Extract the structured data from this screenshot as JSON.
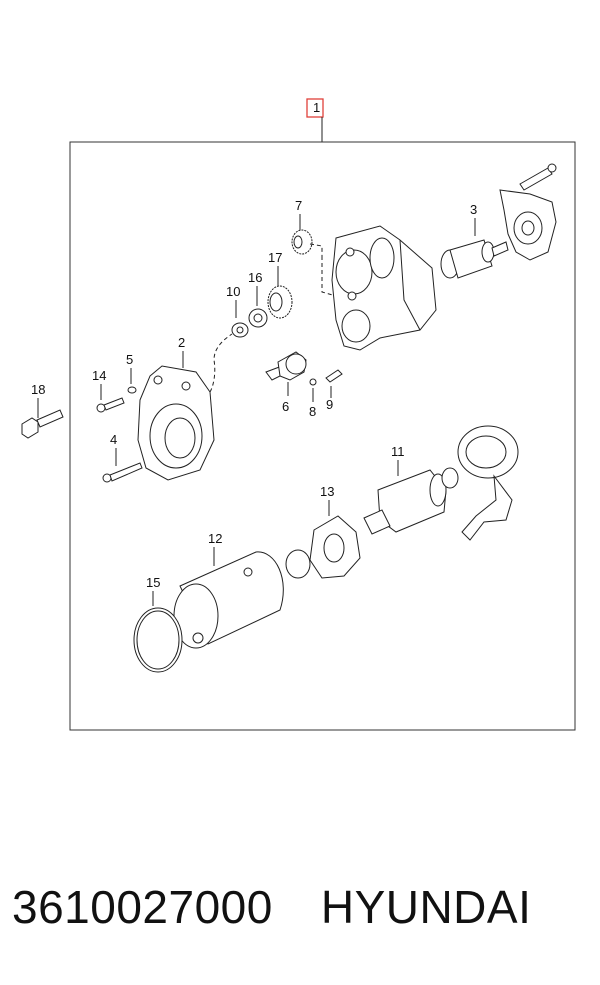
{
  "diagram": {
    "callouts": [
      "1",
      "2",
      "3",
      "4",
      "5",
      "6",
      "7",
      "8",
      "9",
      "10",
      "11",
      "12",
      "13",
      "14",
      "15",
      "16",
      "17",
      "18"
    ]
  },
  "footer": {
    "part_number": "3610027000",
    "brand": "HYUNDAI"
  }
}
